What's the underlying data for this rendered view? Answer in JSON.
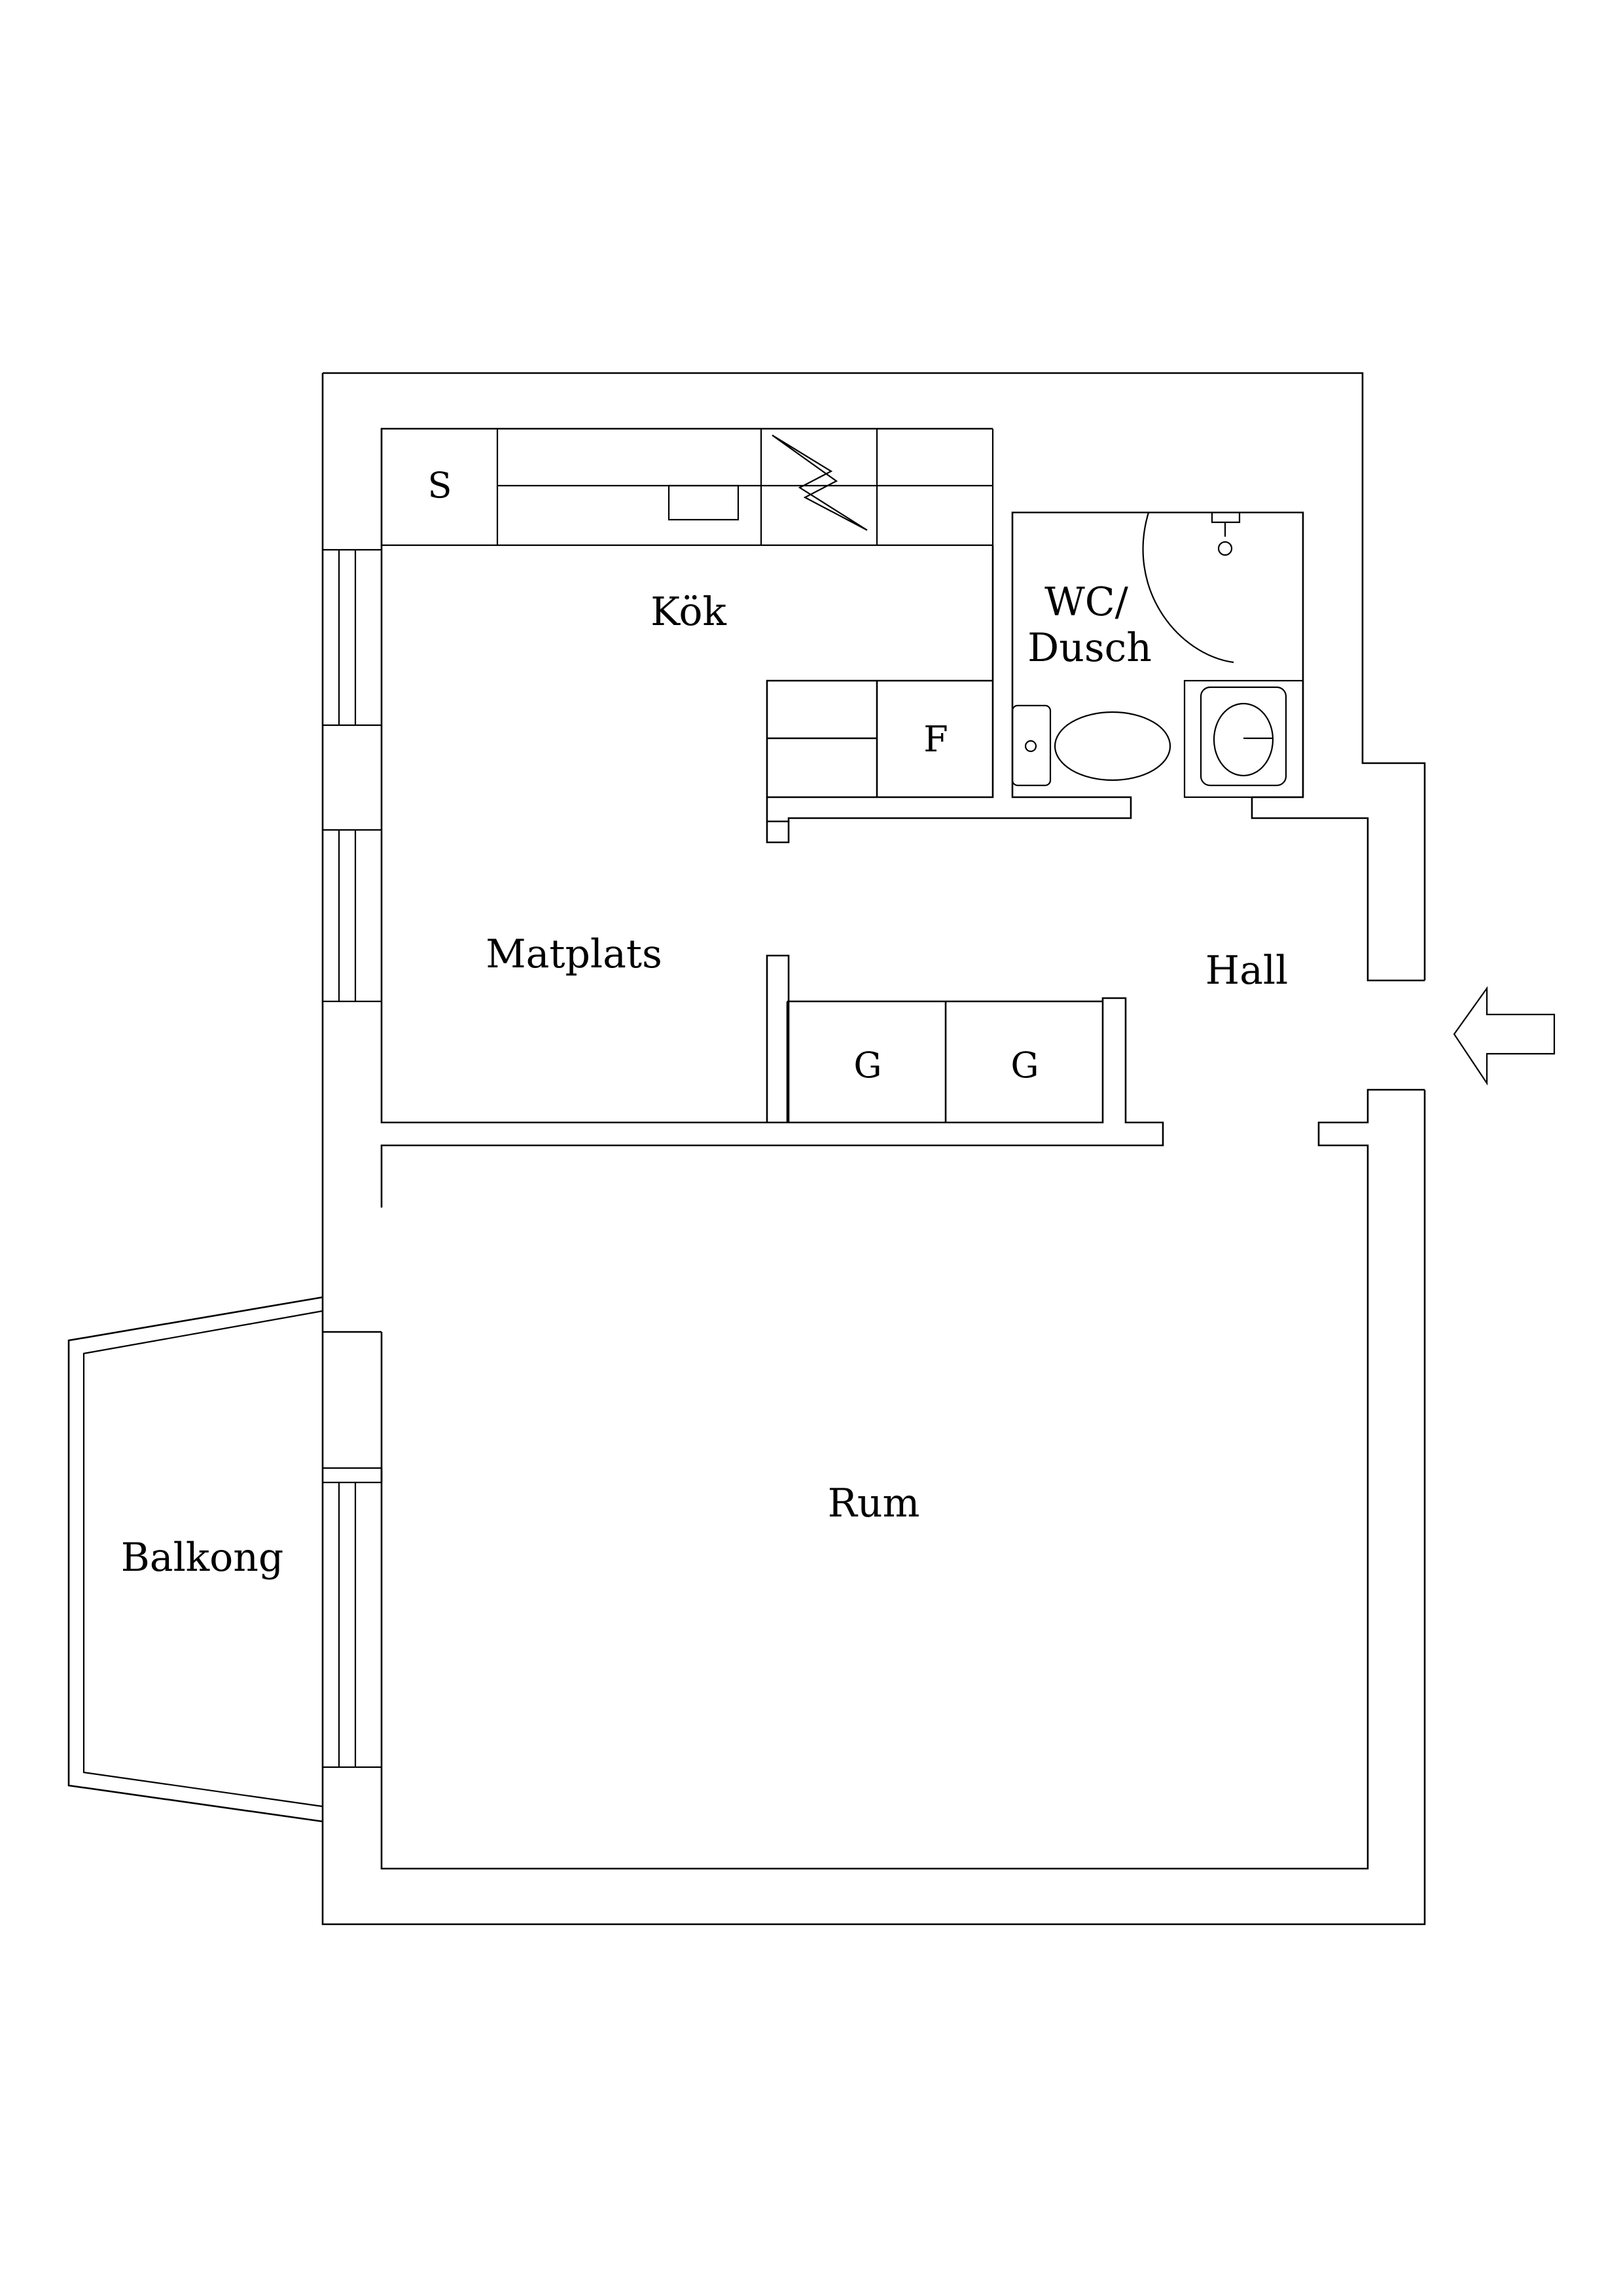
{
  "rooms": {
    "kok": "Kök",
    "wc_line1": "WC/",
    "wc_line2": "Dusch",
    "matplats": "Matplats",
    "hall": "Hall",
    "rum": "Rum",
    "balkong": "Balkong"
  },
  "fixtures": {
    "sink_cabinet": "S",
    "fridge": "F",
    "wardrobe_1": "G",
    "wardrobe_2": "G"
  },
  "icons": {
    "entrance": "arrow-left-icon",
    "stove": "lightning-icon",
    "toilet": "toilet-icon",
    "washbasin": "washbasin-icon",
    "shower": "shower-icon"
  }
}
